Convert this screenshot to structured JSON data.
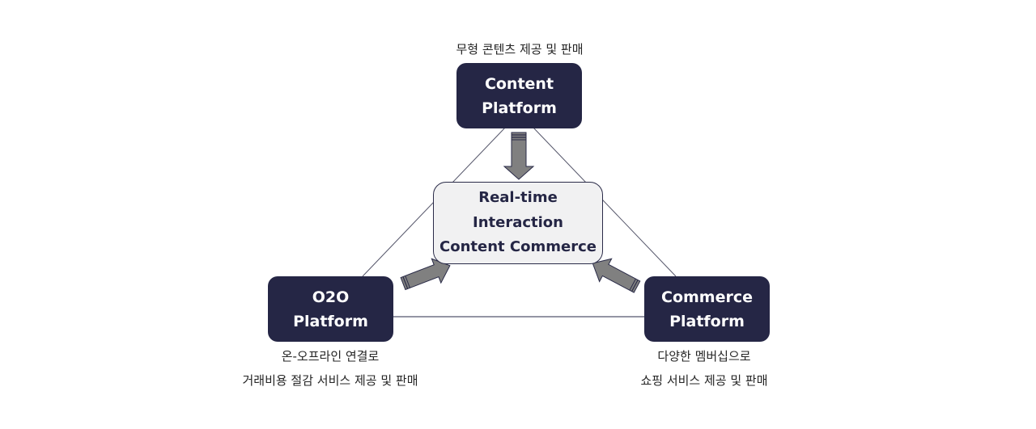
{
  "diagram": {
    "top_node": {
      "title_line1": "Content",
      "title_line2": "Platform",
      "caption_line1": "무형 콘텐츠 제공 및 판매"
    },
    "left_node": {
      "title_line1": "O2O",
      "title_line2": "Platform",
      "caption_line1": "온-오프라인 연결로",
      "caption_line2": "거래비용 절감 서비스 제공 및 판매"
    },
    "right_node": {
      "title_line1": "Commerce",
      "title_line2": "Platform",
      "caption_line1": "다양한 멤버십으로",
      "caption_line2": "쇼핑 서비스 제공 및 판매"
    },
    "center_node": {
      "line1": "Real-time",
      "line2": "Interaction",
      "line3": "Content Commerce"
    },
    "edges": [
      {
        "from": "top_node",
        "to": "left_node",
        "type": "line"
      },
      {
        "from": "top_node",
        "to": "right_node",
        "type": "line"
      },
      {
        "from": "left_node",
        "to": "right_node",
        "type": "line"
      },
      {
        "from": "top_node",
        "to": "center_node",
        "type": "arrow"
      },
      {
        "from": "left_node",
        "to": "center_node",
        "type": "arrow"
      },
      {
        "from": "right_node",
        "to": "center_node",
        "type": "arrow"
      }
    ],
    "colors": {
      "platform_fill": "#252645",
      "center_fill": "#f1f1f2",
      "arrow_fill": "#808080",
      "arrow_stroke": "#2a2b48",
      "line_color": "#55566a"
    }
  }
}
